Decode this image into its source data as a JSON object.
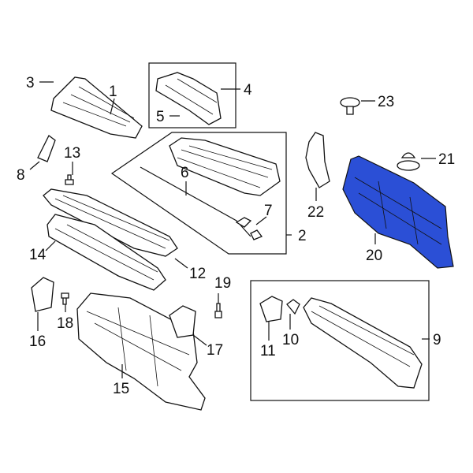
{
  "diagram": {
    "highlight_color": "#2b4fd6",
    "highlighted_part": "20",
    "callouts": [
      "1",
      "2",
      "3",
      "4",
      "5",
      "6",
      "7",
      "8",
      "9",
      "10",
      "11",
      "12",
      "13",
      "14",
      "15",
      "16",
      "17",
      "18",
      "19",
      "20",
      "21",
      "22",
      "23"
    ]
  }
}
